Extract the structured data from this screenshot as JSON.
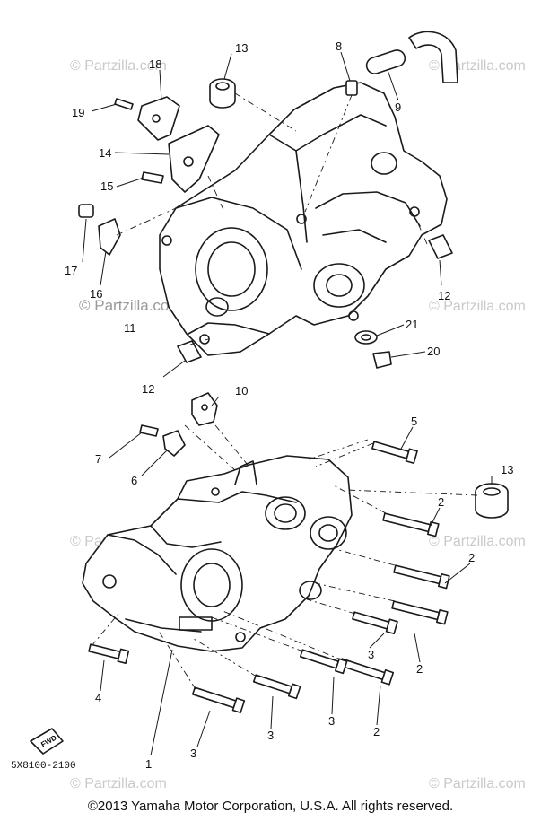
{
  "watermarks": {
    "site": "© Partzilla.com",
    "site_center": "© Partzilla.com"
  },
  "callouts": {
    "n1": "1",
    "n2": "2",
    "n3": "3",
    "n4": "4",
    "n5": "5",
    "n6": "6",
    "n7": "7",
    "n8": "8",
    "n9": "9",
    "n10": "10",
    "n11": "11",
    "n12": "12",
    "n13": "13",
    "n14": "14",
    "n15": "15",
    "n16": "16",
    "n17": "17",
    "n18": "18",
    "n19": "19",
    "n20": "20",
    "n21": "21"
  },
  "fwd_label": "FWD",
  "diagram_code": "5X8100-2100",
  "copyright": "©2013  Yamaha Motor Corporation, U.S.A. All rights reserved."
}
